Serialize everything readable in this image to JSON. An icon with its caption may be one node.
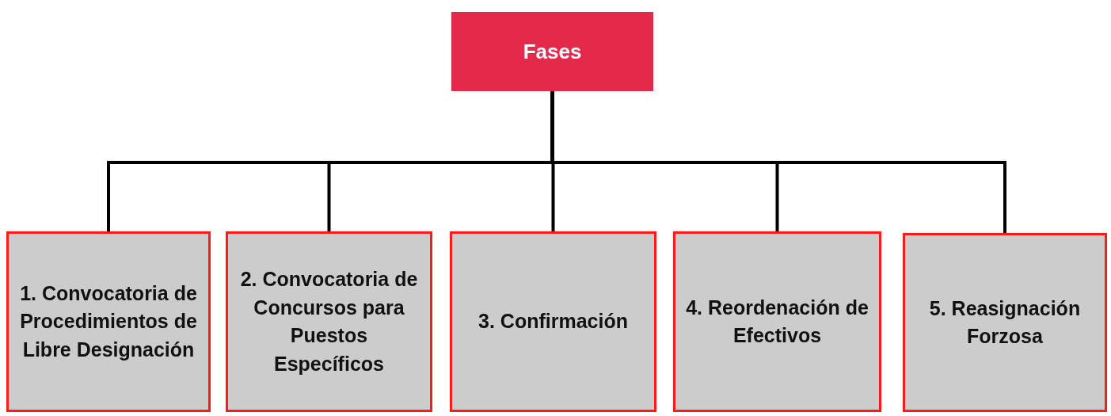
{
  "diagram": {
    "nodes": [
      {
        "text": [
          "Fases"
        ]
      },
      {
        "text": [
          "1. Convocatoria de Procedimientos de Libre Designación"
        ]
      },
      {
        "text": [
          "2. Convocatoria de Concursos para Puestos Específicos"
        ]
      },
      {
        "text": [
          "3. Confirmación"
        ]
      },
      {
        "text": [
          "4. Reordenación de Efectivos"
        ]
      },
      {
        "text": [
          "5. Reasignación Forzosa"
        ]
      }
    ],
    "edges": [
      {
        "from": 0,
        "to": 1,
        "arrow": "none"
      },
      {
        "from": 0,
        "to": 2,
        "arrow": "none"
      },
      {
        "from": 0,
        "to": 3,
        "arrow": "none"
      },
      {
        "from": 0,
        "to": 4,
        "arrow": "none"
      },
      {
        "from": 0,
        "to": 5,
        "arrow": "none"
      }
    ]
  }
}
